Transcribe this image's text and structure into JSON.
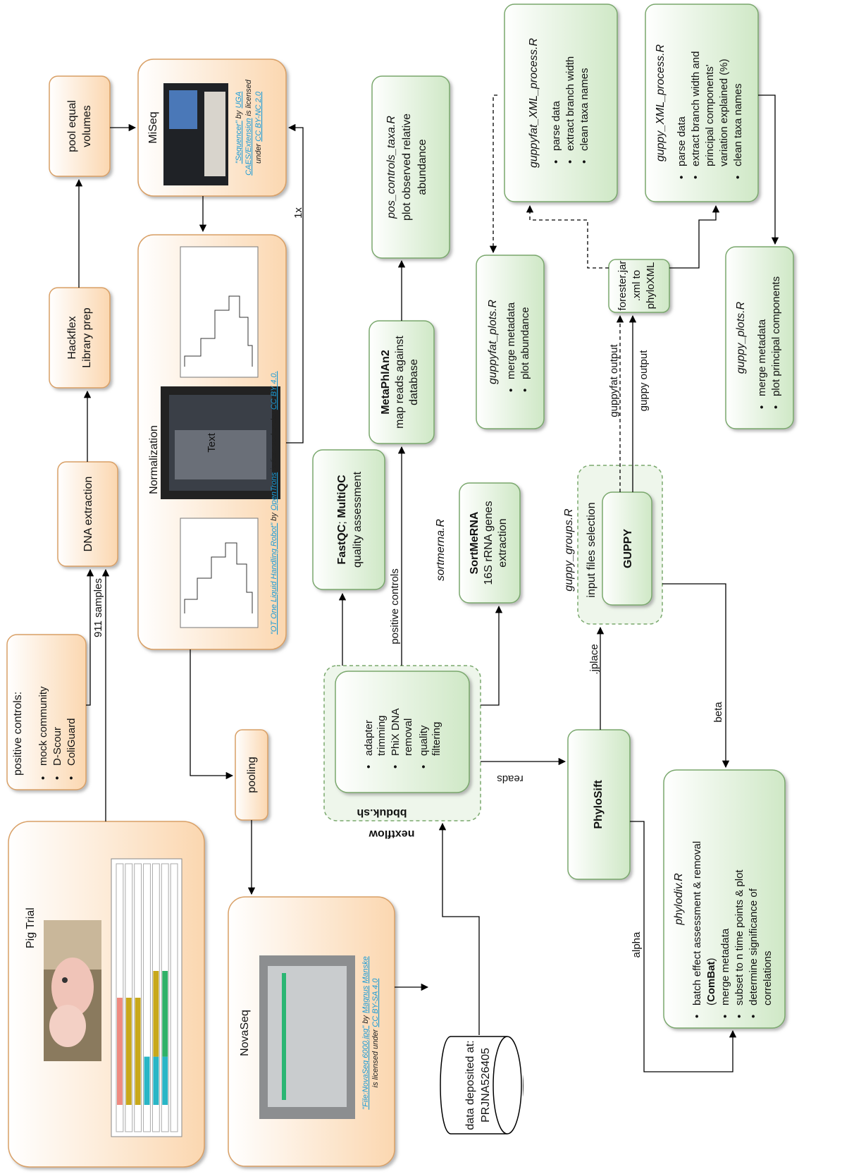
{
  "colors": {
    "orange_fill": "#fde9d4",
    "orange_stroke": "#d9a066",
    "green_fill": "#e4f2df",
    "green_stroke": "#7aa86d",
    "arrow": "#000000",
    "link": "#1a9ad6",
    "bar_red": "#ef8a80",
    "bar_olive": "#c8a81a",
    "bar_green": "#2fb168",
    "bar_teal": "#29b6c6"
  },
  "nodes": {
    "pig_trial": {
      "title": "Pig Trial"
    },
    "positive_controls": {
      "title": "positive controls:",
      "items": [
        "mock community",
        "D-Scour",
        "ColiGuard"
      ]
    },
    "dna_extraction": {
      "title": "DNA extraction"
    },
    "hackflex": {
      "line1": "Hackflex",
      "line2": "Library prep"
    },
    "pool_equal": {
      "line1": "pool equal",
      "line2": "volumes"
    },
    "normalization": {
      "title": "Normalization",
      "image_label": "Text",
      "credit_link1": "\"OT One Liquid Handling Robot\"",
      "credit_by": " by ",
      "credit_link2": "OpenTrons",
      "credit_mid": " is licensed under ",
      "credit_link3": "CC BY 4.0."
    },
    "miseq": {
      "title": "MiSeq",
      "credit_link1": "\"Sequencer\"",
      "credit_by": " by ",
      "credit_link2": "UGA",
      "credit_link3": "CAES/Extension",
      "credit_mid": " is licensed",
      "credit_under": "under ",
      "credit_link4": "CC BY-NC 2.0"
    },
    "pooling": {
      "title": "pooling"
    },
    "novaseq": {
      "title": "NovaSeq",
      "credit_link1": "\"File:NovaSeq 6000.jpg\"",
      "credit_by": " by ",
      "credit_link2": "Magnus",
      "credit_link3": "Manske",
      "credit_mid": "is licensed under ",
      "credit_link4": "CC BY-SA 4.0"
    },
    "data_deposited": {
      "line1": "data deposited at:",
      "line2": "PRJNA526405"
    },
    "nextflow": {
      "title": "nextflow"
    },
    "bbduk": {
      "title": "bbduk.sh",
      "items": [
        "adapter",
        "trimming",
        "PhiX DNA",
        "removal",
        "quality",
        "filtering"
      ]
    },
    "fastqc": {
      "title_a": "FastQC",
      "title_b": "; ",
      "title_c": "MultiQC",
      "line2": "quality assessment"
    },
    "metaphlan": {
      "title": "MetaPhlAn2",
      "line2": "map reads against",
      "line3": "database"
    },
    "pos_controls_taxa": {
      "title": "pos_controls_taxa.R",
      "line2": "plot observed relative",
      "line3": "abundance"
    },
    "sortmerna": {
      "script": "sortmerna.R",
      "title": "SortMeRNA",
      "line2": "16S rRNA genes",
      "line3": "extraction"
    },
    "phylosift": {
      "title": "PhyloSift"
    },
    "guppy_groups": {
      "script": "guppy_groups.R",
      "line1": "input files selection",
      "inner": "GUPPY"
    },
    "guppyfat_plots": {
      "title": "guppyfat_plots.R",
      "items": [
        "merge metadata",
        "plot abundance"
      ]
    },
    "guppyfat_xml": {
      "title": "guppyfat_XML_process.R",
      "items": [
        "parse data",
        "extract branch width",
        "clean taxa names"
      ]
    },
    "forester": {
      "line1": "forester.jar",
      "line2": ".xml to",
      "line3": "phyloXML"
    },
    "guppy_xml": {
      "title": "guppy_XML_process.R",
      "items": [
        "parse data",
        "extract branch width and",
        "principal components'",
        "variation explained (%)",
        "clean taxa names"
      ]
    },
    "guppy_plots": {
      "title": "guppy_plots.R",
      "items": [
        "merge metadata",
        "plot principal components"
      ]
    },
    "phylodiv": {
      "title": "phylodiv.R",
      "item1a": "batch effect assessment & removal",
      "item1b": "(",
      "item1c": "ComBat",
      "item1d": ")",
      "items": [
        "merge metadata",
        "subset to n time points & plot",
        "determine significance of",
        "correlations"
      ]
    }
  },
  "edge_labels": {
    "samples": "911 samples",
    "one_x": "1x",
    "positive_controls": "positive controls",
    "reads": "reads",
    "jplace": ".jplace",
    "guppyfat_output": "guppyfat output",
    "guppy_output": "guppy output",
    "beta": "beta",
    "alpha": "alpha"
  },
  "pig_chart": {
    "rows": 7,
    "segments": [
      {
        "row": 0,
        "start": 0.1,
        "end": 0.5,
        "color": "red"
      },
      {
        "row": 1,
        "start": 0.1,
        "end": 0.5,
        "color": "olive"
      },
      {
        "row": 2,
        "start": 0.1,
        "end": 0.5,
        "color": "olive"
      },
      {
        "row": 3,
        "start": 0.1,
        "end": 0.28,
        "color": "teal"
      },
      {
        "row": 4,
        "start": 0.1,
        "end": 0.28,
        "color": "teal"
      },
      {
        "row": 4,
        "start": 0.28,
        "end": 0.6,
        "color": "olive"
      },
      {
        "row": 5,
        "start": 0.1,
        "end": 0.28,
        "color": "teal"
      },
      {
        "row": 5,
        "start": 0.28,
        "end": 0.6,
        "color": "green"
      }
    ]
  }
}
